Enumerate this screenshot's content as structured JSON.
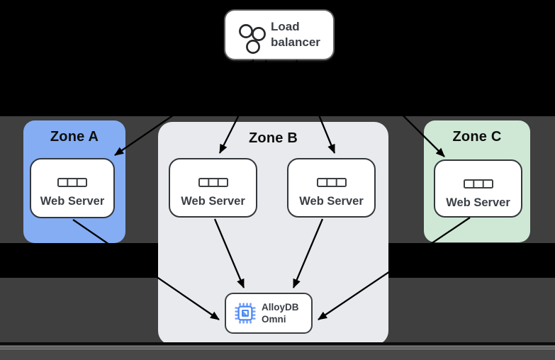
{
  "diagram": {
    "load_balancer": {
      "label": "Load balancer",
      "icon": "load-balancer-circles-icon"
    },
    "zones": [
      {
        "label": "Zone A",
        "color": "#84adf4",
        "servers": [
          {
            "label": "Web Server",
            "icon": "server-rack-icon"
          }
        ]
      },
      {
        "label": "Zone B",
        "color": "#e8eaed",
        "servers": [
          {
            "label": "Web Server",
            "icon": "server-rack-icon"
          },
          {
            "label": "Web Server",
            "icon": "server-rack-icon"
          }
        ],
        "database": {
          "label": "AlloyDB Omni",
          "icon": "chip-icon",
          "icon_color": "#4285f4"
        }
      },
      {
        "label": "Zone C",
        "color": "#cee8d5",
        "servers": [
          {
            "label": "Web Server",
            "icon": "server-rack-icon"
          }
        ]
      }
    ],
    "edges": [
      {
        "from": "load-balancer",
        "to": "zone-a-web-server",
        "points": [
          358,
          85,
          162,
          219
        ]
      },
      {
        "from": "load-balancer",
        "to": "zone-b-web-server-1",
        "points": [
          376,
          85,
          310,
          216
        ]
      },
      {
        "from": "load-balancer",
        "to": "zone-b-web-server-2",
        "points": [
          418,
          85,
          472,
          216
        ]
      },
      {
        "from": "load-balancer",
        "to": "zone-c-web-server",
        "points": [
          490,
          85,
          627,
          221
        ]
      },
      {
        "from": "zone-a-web-server",
        "to": "alloydb-omni",
        "points": [
          103,
          310,
          309,
          451
        ]
      },
      {
        "from": "zone-b-web-server-1",
        "to": "alloydb-omni",
        "points": [
          303,
          309,
          344,
          406
        ]
      },
      {
        "from": "zone-b-web-server-2",
        "to": "alloydb-omni",
        "points": [
          455,
          309,
          414,
          406
        ]
      },
      {
        "from": "zone-c-web-server",
        "to": "alloydb-omni",
        "points": [
          663,
          307,
          449,
          451
        ]
      }
    ],
    "edge_color": "#000000",
    "node_border_color": "#33373b",
    "text_color": "#3a3f44",
    "background_color": "#000000"
  }
}
